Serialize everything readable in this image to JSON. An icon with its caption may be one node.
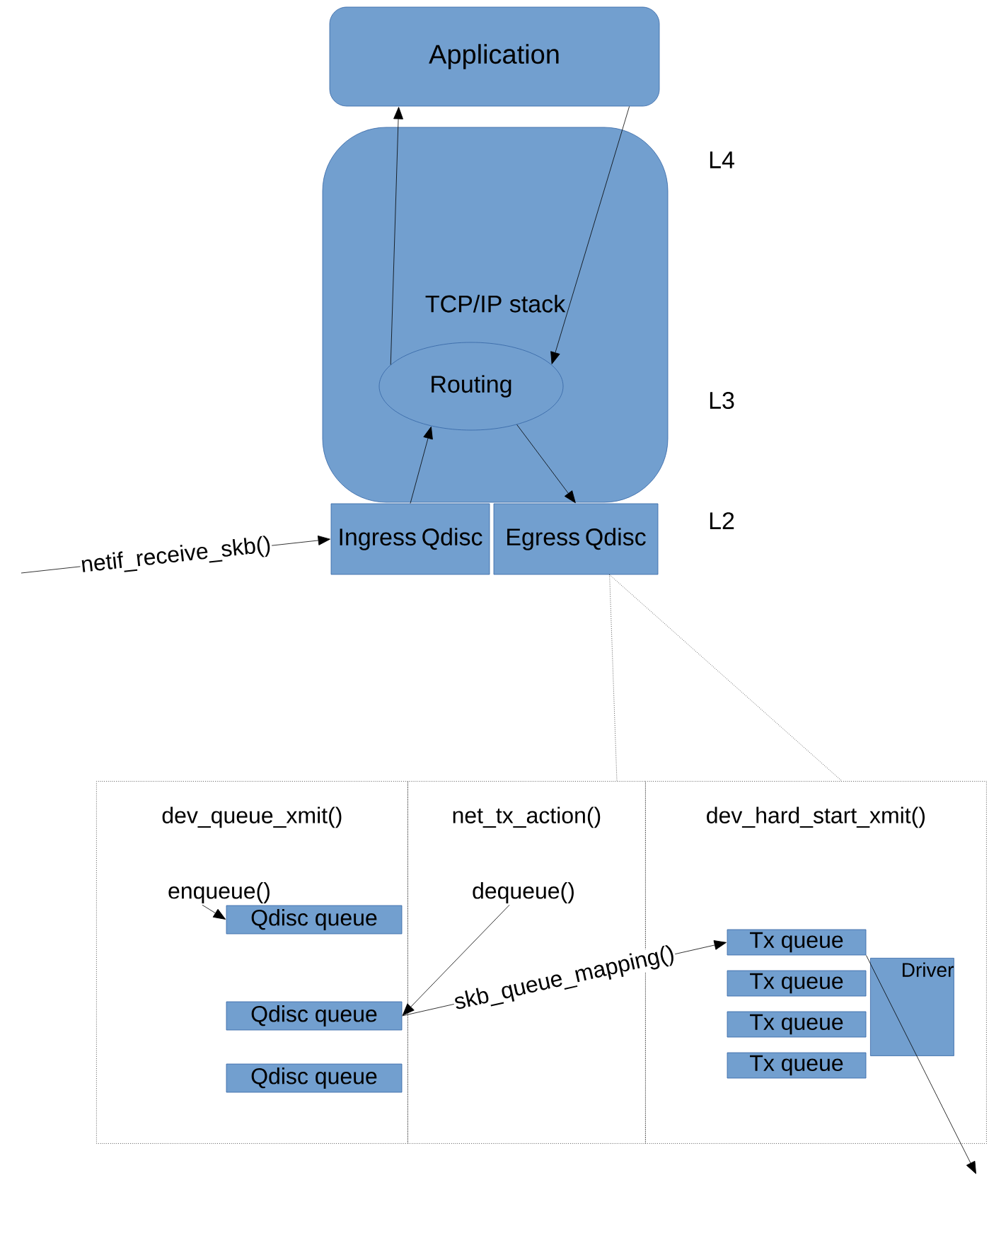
{
  "diagram": {
    "nodes": [
      {
        "text": [
          "Application"
        ]
      },
      {
        "text": [
          "TCP/IP stack"
        ]
      },
      {
        "text": [
          "Routing"
        ],
        "in": 1
      },
      {
        "text": [
          "Ingress Qdisc"
        ]
      },
      {
        "text": [
          "Egress Qdisc"
        ]
      },
      {
        "text": [
          "dev_queue_xmit()"
        ]
      },
      {
        "text": [
          "net_tx_action()"
        ]
      },
      {
        "text": [
          "dev_hard_start_xmit()"
        ]
      },
      {
        "text": [
          "enqueue()"
        ],
        "in": 5
      },
      {
        "text": [
          "Qdisc queue"
        ],
        "in": 5
      },
      {
        "text": [
          "Qdisc queue"
        ],
        "in": 5
      },
      {
        "text": [
          "Qdisc queue"
        ],
        "in": 5
      },
      {
        "text": [
          "dequeue()"
        ],
        "in": 6
      },
      {
        "text": [
          "Tx queue"
        ],
        "in": 7
      },
      {
        "text": [
          "Tx queue"
        ],
        "in": 7
      },
      {
        "text": [
          "Tx queue"
        ],
        "in": 7
      },
      {
        "text": [
          "Tx queue"
        ],
        "in": 7
      },
      {
        "text": [
          "Driver"
        ],
        "in": 7
      }
    ],
    "edges": [
      {
        "from": null,
        "to": 3,
        "arrow": "to",
        "label": "netif_receive_skb()"
      },
      {
        "from": 3,
        "to": 2,
        "arrow": "to"
      },
      {
        "from": 2,
        "to": 0,
        "arrow": "to"
      },
      {
        "from": 0,
        "to": 2,
        "arrow": "to"
      },
      {
        "from": 2,
        "to": 4,
        "arrow": "to"
      },
      {
        "from": 4,
        "to": 6,
        "arrow": "none",
        "style": "dashed"
      },
      {
        "from": 4,
        "to": 7,
        "arrow": "none",
        "style": "dashed"
      },
      {
        "from": 8,
        "to": 9,
        "arrow": "to"
      },
      {
        "from": 12,
        "to": 10,
        "arrow": "to"
      },
      {
        "from": 10,
        "to": 13,
        "arrow": "to",
        "label": "skb_queue_mapping()"
      },
      {
        "from": 13,
        "to": null,
        "arrow": "to"
      }
    ],
    "labels": [
      "L4",
      "L3",
      "L2"
    ]
  }
}
